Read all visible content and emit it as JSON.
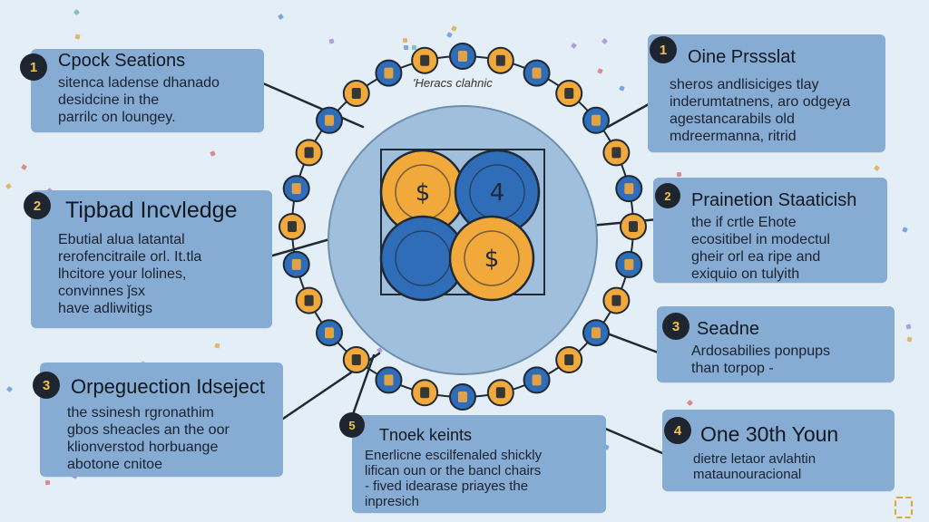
{
  "center": {
    "label": "'Heracs clahnic",
    "coin_symbols": [
      "$",
      "4",
      "$"
    ]
  },
  "colors": {
    "background": "#e3eef6",
    "box": "#86acd4",
    "coin_orange": "#f2a93b",
    "coin_blue": "#2f6db8",
    "badge": "#1f252e",
    "badge_text": "#f2c14e"
  },
  "ring_icon_names": [
    "coin-icon",
    "pawn-icon",
    "dollar-icon"
  ],
  "left_boxes": [
    {
      "number": "1",
      "title": "Cpock Seations",
      "lines": [
        "sitenca ladense dhanado",
        "desidcine in the",
        "parrilc on loungey."
      ]
    },
    {
      "number": "2",
      "title": "Tipbad Incvledge",
      "lines": [
        "Ebutial alua latantal",
        "rerofencitraile orl. It.tla",
        "lhcitore your lolines,",
        "convinnes ǰsx",
        "have adliwitigs"
      ]
    },
    {
      "number": "3",
      "title": "Orpeguection Idseject",
      "lines": [
        "the ssinesh rgronathim",
        "gbos sheacles an the oor",
        "klionverstod horbuange",
        "abotone cnitoe"
      ]
    }
  ],
  "bottom_box": {
    "number": "5",
    "title": "Tnoek keints",
    "lines": [
      "Enerlicne escilfenaled shickly",
      "lifican oun or the bancl chairs",
      "- fived idearase priayes the",
      "inpresich"
    ]
  },
  "right_boxes": [
    {
      "number": "1",
      "title": "Oine Prssslat",
      "lines": [
        "sheros andlisiciges tlay",
        "inderumtatnens, aro odgeya",
        "agestancarabils old",
        "mdreermanna, ritrid"
      ]
    },
    {
      "number": "2",
      "title": "Prainetion Staaticish",
      "lines": [
        "the if crtle Ehote",
        "ecositibel in modectul",
        "gheir orl ea ripe and",
        "exiquio on tulyith"
      ]
    },
    {
      "number": "3",
      "title": "Seadne",
      "lines": [
        "Ardosabilies ponpups",
        "than torpop -"
      ]
    },
    {
      "number": "4",
      "title": "One 30th Youn",
      "lines": [
        "dietre letaor avlahtin",
        "mataunouracional"
      ]
    }
  ]
}
